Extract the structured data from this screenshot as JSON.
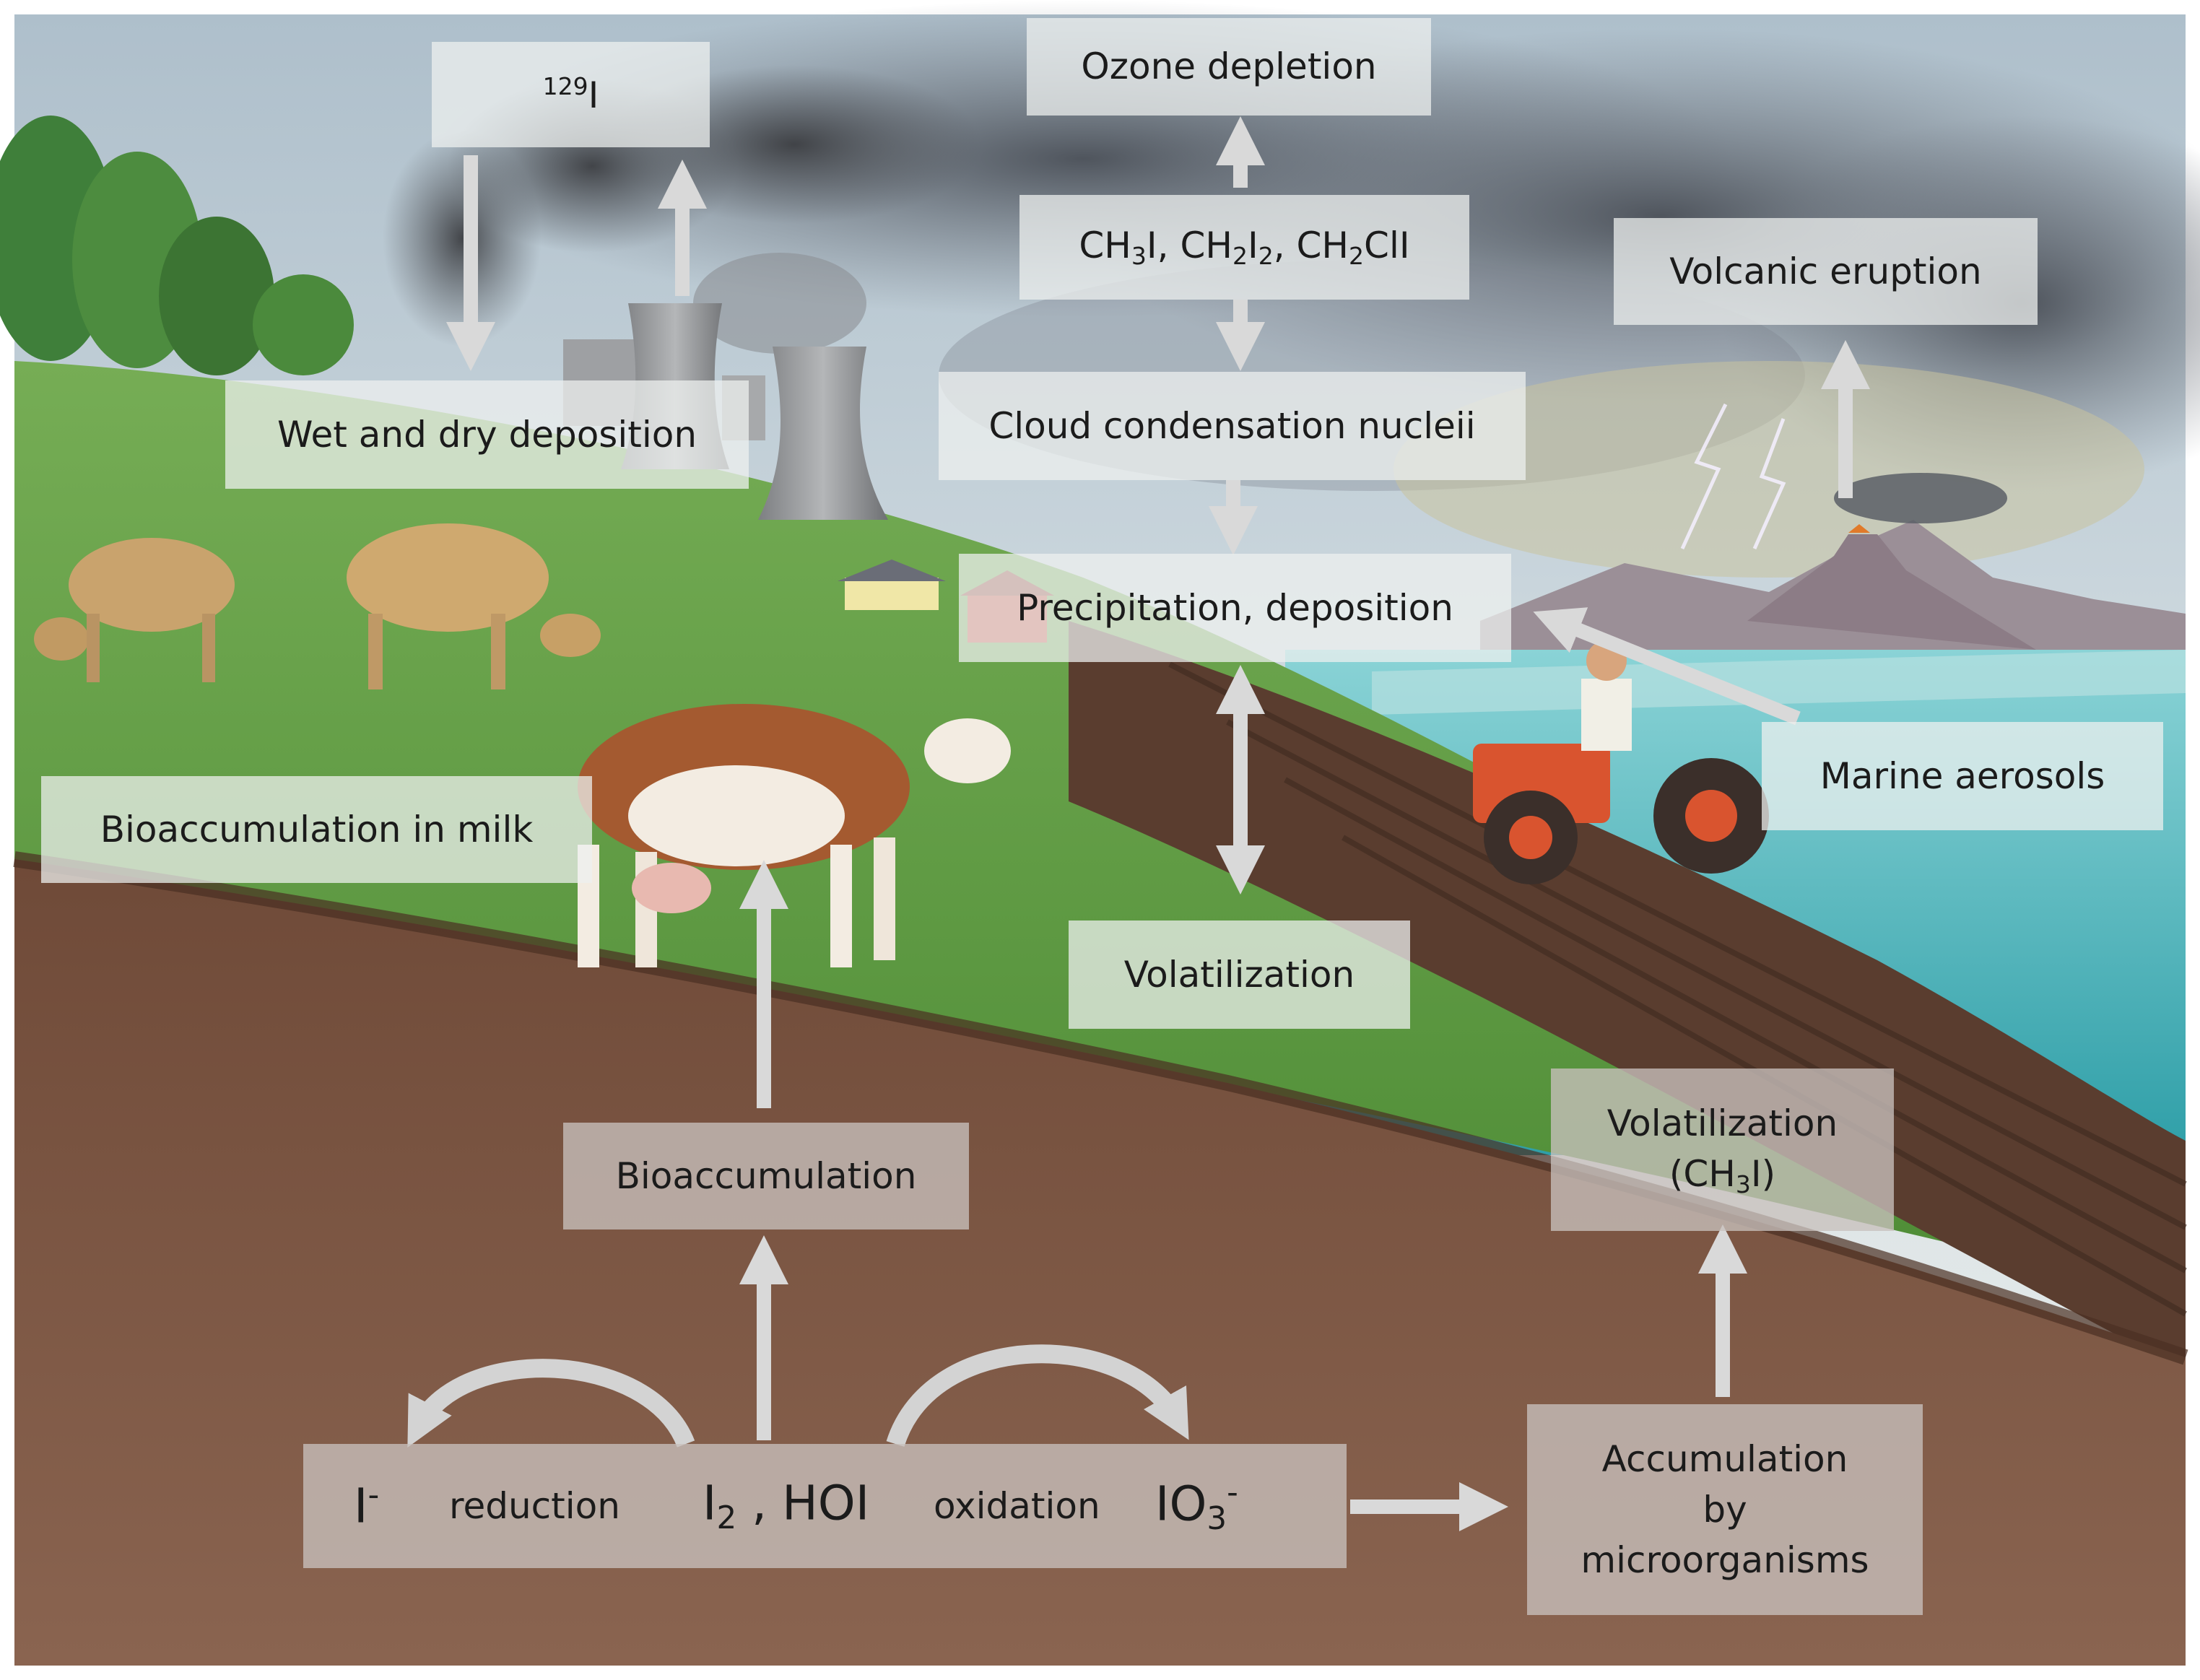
{
  "source_label": {
    "base": "I",
    "mass_number": "129"
  },
  "atmosphere": {
    "ozone": "Ozone depletion",
    "organics": {
      "ch3i": {
        "a": "CH",
        "s": "3",
        "b": "I"
      },
      "ch2i2": {
        "a": "CH",
        "s1": "2",
        "b": "I",
        "s2": "2"
      },
      "ch2cli": {
        "a": "CH",
        "s": "2",
        "b": "ClI"
      },
      "separator": ", "
    },
    "clouds": "Cloud condensation nucleii",
    "precipitation": "Precipitation, deposition",
    "volcanic": "Volcanic eruption",
    "marine": "Marine aerosols"
  },
  "land": {
    "wet_dry": "Wet and dry deposition",
    "milk": "Bioaccumulation in milk",
    "volatilization": "Volatilization"
  },
  "soil": {
    "bioaccumulation": "Bioaccumulation",
    "volatilization_ch3i": {
      "line1": "Volatilization",
      "open": "(CH",
      "sub": "3",
      "close": "I)"
    },
    "species": {
      "iodide": {
        "base": "I",
        "charge": "-"
      },
      "reduction": "reduction",
      "iodine": {
        "base": "I",
        "sub": "2",
        "rest": " , HOI"
      },
      "oxidation": "oxidation",
      "iodate": {
        "base": "IO",
        "sub": "3",
        "charge": "-"
      }
    },
    "microbes": {
      "line1": "Accumulation",
      "line2": "by",
      "line3": "microorganisms"
    }
  },
  "colors": {
    "sky_top": "#b9cdd9",
    "grass": "#5f9a42",
    "soil": "#7a5440",
    "sea": "#4fb7bd",
    "arrow": "#d8d8d8",
    "smoke": "#4f5155"
  }
}
